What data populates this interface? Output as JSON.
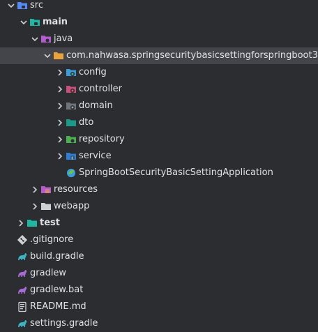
{
  "tree": {
    "src": "src",
    "main": "main",
    "java": "java",
    "package": "com.nahwasa.springsecuritybasicsettingforspringboot3",
    "config": "config",
    "controller": "controller",
    "domain": "domain",
    "dto": "dto",
    "repository": "repository",
    "service": "service",
    "app": "SpringBootSecurityBasicSettingApplication",
    "resources": "resources",
    "webapp": "webapp",
    "test": "test",
    "gitignore": ".gitignore",
    "build_gradle": "build.gradle",
    "gradlew": "gradlew",
    "gradlew_bat": "gradlew.bat",
    "readme": "README.md",
    "settings_gradle": "settings.gradle"
  },
  "colors": {
    "background": "#2b2d30",
    "selection": "#43454a",
    "text": "#dfe1e5",
    "folder_blue": "#548af7",
    "folder_purple": "#b45bcf",
    "folder_teal": "#1fb6a2",
    "package_orange": "#e8a33d",
    "gradle_teal": "#3bb3c3",
    "gradle_purple": "#a66bd3"
  }
}
